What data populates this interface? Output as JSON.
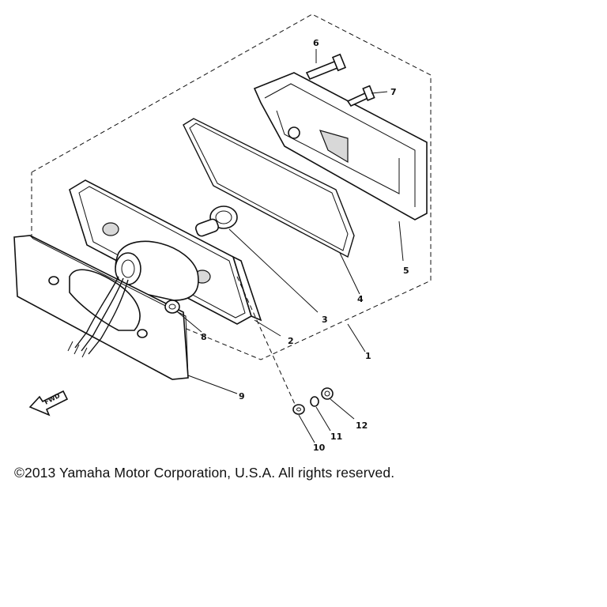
{
  "callouts": {
    "c1": "1",
    "c2": "2",
    "c3": "3",
    "c4": "4",
    "c5": "5",
    "c6": "6",
    "c7": "7",
    "c8": "8",
    "c9": "9",
    "c10": "10",
    "c11": "11",
    "c12": "12"
  },
  "fwd_label": "FWD",
  "copyright": "©2013 Yamaha Motor Corporation, U.S.A. All rights reserved."
}
